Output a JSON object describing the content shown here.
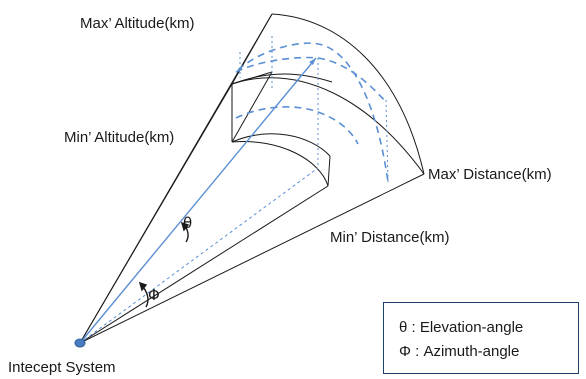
{
  "labels": {
    "max_altitude": "Max’ Altitude(km)",
    "min_altitude": "Min’ Altitude(km)",
    "max_distance": "Max’ Distance(km)",
    "min_distance": "Min’ Distance(km)",
    "origin": "Intecept System",
    "theta_symbol": "θ",
    "phi_symbol": "Φ"
  },
  "legend": {
    "theta": "θ : Elevation-angle",
    "phi": "Φ : Azimuth-angle"
  },
  "colors": {
    "line": "#1a1a1a",
    "dashed_blue": "#5b8fd4",
    "origin_dot": "#4a7ec2",
    "legend_border": "#1f3f6b"
  }
}
